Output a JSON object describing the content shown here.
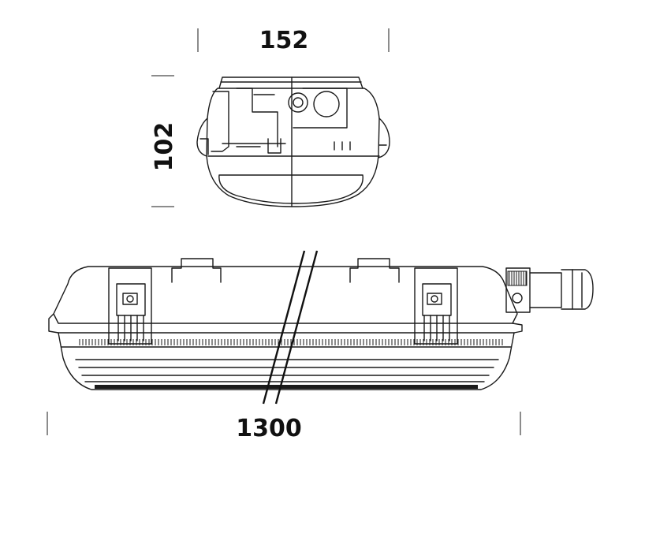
{
  "dimensions": {
    "width_label": "152",
    "height_label": "102",
    "length_label": "1300"
  },
  "colors": {
    "line": "#1a1a1a",
    "background": "#ffffff"
  }
}
